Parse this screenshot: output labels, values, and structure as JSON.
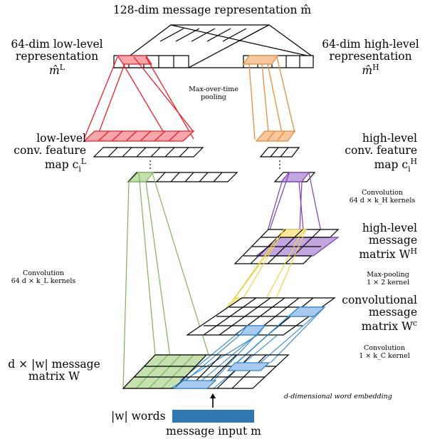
{
  "title": "128-dim message representation m̂",
  "low_rep": {
    "line1": "64-dim low-level",
    "line2": "representation",
    "line3": "m̂",
    "sup": "L"
  },
  "high_rep": {
    "line1": "64-dim high-level",
    "line2": "representation",
    "line3": "m̂",
    "sup": "H"
  },
  "pooling": {
    "line1": "Max-over-time",
    "line2": "pooling"
  },
  "low_feat": {
    "line1": "low-level",
    "line2": "conv. feature",
    "line3": "map c",
    "sub": "i",
    "sup": "L"
  },
  "high_feat": {
    "line1": "high-level",
    "line2": "conv. feature",
    "line3": "map c",
    "sub": "i",
    "sup": "H"
  },
  "conv_high": {
    "line1": "Convolution",
    "line2": "64 d × k_H kernels"
  },
  "conv_low": {
    "line1": "Convolution",
    "line2": "64 d × k_L kernels"
  },
  "high_matrix": {
    "line1": "high-level",
    "line2": "message",
    "line3": "matrix W",
    "sup": "H"
  },
  "maxpool": {
    "line1": "Max-pooling",
    "line2": "1 × 2 kernel"
  },
  "conv_matrix": {
    "line1": "convolutional",
    "line2": "message",
    "line3": "matrix W",
    "sup": "c"
  },
  "conv_c": {
    "line1": "Convolution",
    "line2": "1 × k_C kernel"
  },
  "msg_matrix": {
    "line1": "d × |w| message",
    "line2": "matrix W"
  },
  "embedding": "d-dimensional word embedding",
  "words": "|w| words",
  "input": "message input m",
  "colors": {
    "red": "#e8202a",
    "red_fill": "#f7a7ab",
    "orange": "#ea8a3a",
    "orange_fill": "#f6c79e",
    "green": "#7cb35a",
    "green_fill": "#c6e0b0",
    "purple": "#7a3db0",
    "purple_fill": "#c3a6e0",
    "yellow": "#ecd24a",
    "yellow_fill": "#fbe79a",
    "blue": "#2e86d0",
    "blue_fill": "#a9c9ee",
    "input_bar": "#2f77b1"
  }
}
